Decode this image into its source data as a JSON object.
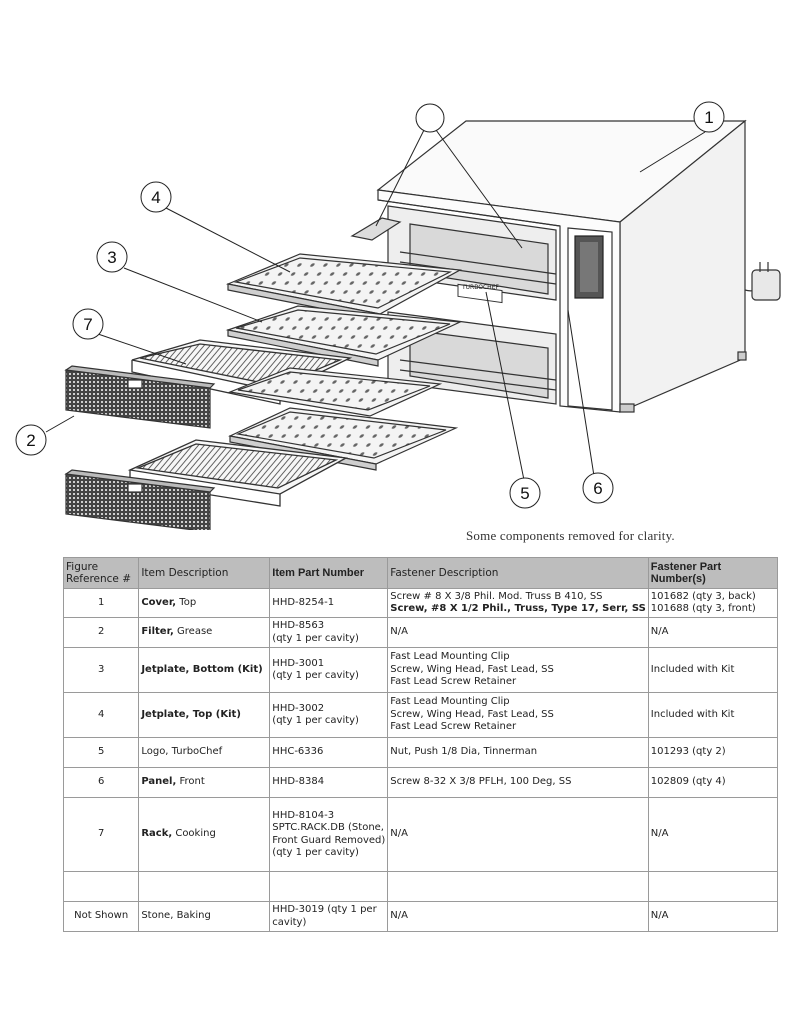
{
  "diagram": {
    "callouts": [
      "1",
      "2",
      "3",
      "4",
      "5",
      "6",
      "7"
    ],
    "brand_mark": "TURBOCHEF"
  },
  "caption": "Some components removed for clarity.",
  "table": {
    "headers": {
      "ref": "Figure Reference #",
      "desc": "Item Description",
      "part": "Item Part Number",
      "fastener": "Fastener Description",
      "fastener_part": "Fastener Part Number(s)"
    },
    "rows": [
      {
        "ref": "1",
        "desc_bold": "Cover,",
        "desc_rest": " Top",
        "part": [
          "HHD-8254-1"
        ],
        "fastener": [
          "Screw # 8 X 3/8 Phil. Mod. Truss B 410, SS"
        ],
        "fastener_bold": [
          "Screw, #8 X 1/2 Phil., Truss, Type 17, Serr, SS"
        ],
        "fastener_part": [
          "101682 (qty 3, back)",
          "101688 (qty 3, front)"
        ]
      },
      {
        "ref": "2",
        "desc_bold": "Filter,",
        "desc_rest": " Grease",
        "part": [
          "HHD-8563",
          "(qty 1 per cavity)"
        ],
        "fastener": [
          "N/A"
        ],
        "fastener_bold": [],
        "fastener_part": [
          "N/A"
        ]
      },
      {
        "ref": "3",
        "desc_bold": "Jetplate, Bottom (Kit)",
        "desc_rest": "",
        "part": [
          "HHD-3001",
          "(qty 1 per cavity)"
        ],
        "fastener": [
          "Fast Lead Mounting Clip",
          "Screw, Wing Head, Fast Lead, SS",
          "Fast Lead Screw Retainer"
        ],
        "fastener_bold": [],
        "fastener_part": [
          "Included with Kit"
        ]
      },
      {
        "ref": "4",
        "desc_bold": "Jetplate, Top (Kit)",
        "desc_rest": "",
        "part": [
          "HHD-3002",
          "(qty 1 per cavity)"
        ],
        "fastener": [
          "Fast Lead Mounting Clip",
          "Screw, Wing Head, Fast Lead, SS",
          "Fast Lead Screw Retainer"
        ],
        "fastener_bold": [],
        "fastener_part": [
          "Included with Kit"
        ]
      },
      {
        "ref": "5",
        "desc_bold": "",
        "desc_rest": "Logo, TurboChef",
        "part": [
          "HHC-6336"
        ],
        "fastener": [
          "Nut, Push 1/8 Dia, Tinnerman"
        ],
        "fastener_bold": [],
        "fastener_part": [
          "101293 (qty 2)"
        ]
      },
      {
        "ref": "6",
        "desc_bold": "Panel,",
        "desc_rest": " Front",
        "part": [
          "HHD-8384"
        ],
        "fastener": [
          "Screw 8-32 X 3/8 PFLH, 100 Deg, SS"
        ],
        "fastener_bold": [],
        "fastener_part": [
          "102809 (qty 4)"
        ]
      },
      {
        "ref": "7",
        "desc_bold": "Rack,",
        "desc_rest": " Cooking",
        "part": [
          "HHD-8104-3",
          "SPTC.RACK.DB (Stone,",
          "Front Guard Removed)",
          "(qty 1 per cavity)"
        ],
        "fastener": [
          "N/A"
        ],
        "fastener_bold": [],
        "fastener_part": [
          "N/A"
        ]
      },
      {
        "ref": "",
        "desc_bold": "",
        "desc_rest": "",
        "part": [],
        "fastener": [],
        "fastener_bold": [],
        "fastener_part": []
      },
      {
        "ref": "Not Shown",
        "desc_bold": "",
        "desc_rest": "Stone, Baking",
        "part": [
          "HHD-3019 (qty 1 per",
          "cavity)"
        ],
        "fastener": [
          "N/A"
        ],
        "fastener_bold": [],
        "fastener_part": [
          "N/A"
        ]
      }
    ]
  }
}
